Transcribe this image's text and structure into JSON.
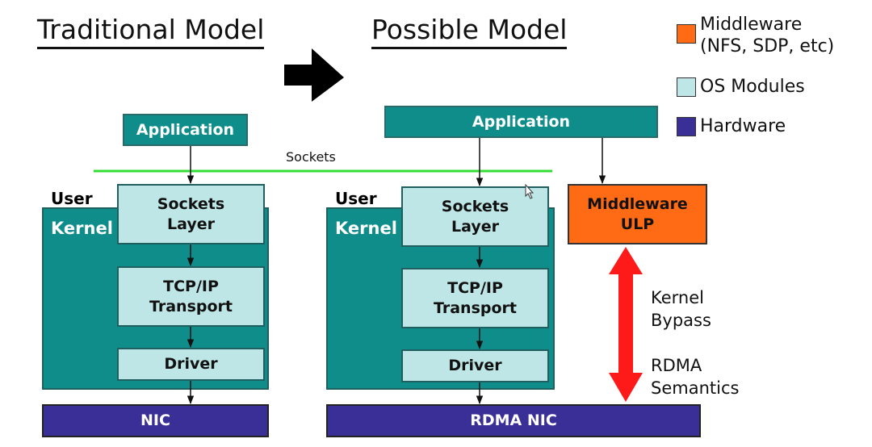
{
  "titles": {
    "traditional": "Traditional Model",
    "possible": "Possible Model"
  },
  "legend": [
    {
      "label": "Middleware\n(NFS, SDP, etc)",
      "color": "#ff6a14"
    },
    {
      "label": "OS Modules",
      "color": "#bfe6e6"
    },
    {
      "label": "Hardware",
      "color": "#3a2f96"
    }
  ],
  "traditional": {
    "application": "Application",
    "sockets_label": "Sockets",
    "user_label": "User",
    "kernel_label": "Kernel",
    "sockets_layer": "Sockets\nLayer",
    "tcpip": "TCP/IP\nTransport",
    "driver": "Driver",
    "nic": "NIC"
  },
  "possible": {
    "application": "Application",
    "user_label": "User",
    "kernel_label": "Kernel",
    "sockets_layer": "Sockets\nLayer",
    "tcpip": "TCP/IP\nTransport",
    "driver": "Driver",
    "nic": "RDMA NIC",
    "middleware": "Middleware\nULP",
    "kernel_bypass": "Kernel\nBypass",
    "rdma_semantics": "RDMA\nSemantics"
  },
  "colors": {
    "os_module": "#bfe6e6",
    "application": "#0e8d8a",
    "kernel": "#0e8d8a",
    "hardware": "#3a2f96",
    "middleware": "#ff6a14",
    "sockets_line": "#33dd33",
    "bypass_arrow": "#ff1a1a"
  },
  "icons": {
    "transition_arrow": "right-arrow-icon",
    "bypass_arrow": "double-arrow-icon",
    "cursor": "mouse-pointer-icon"
  }
}
